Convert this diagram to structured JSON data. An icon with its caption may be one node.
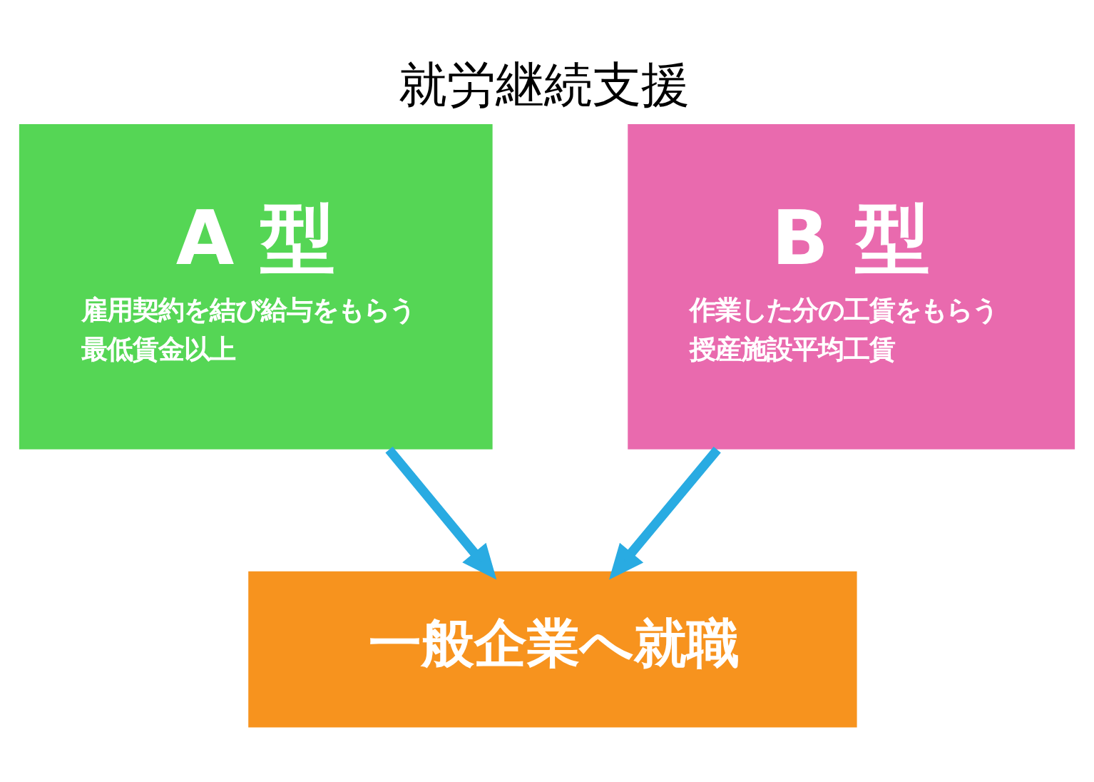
{
  "diagram": {
    "title": "就労継続支援",
    "nodes": [
      {
        "text": [
          "A 型",
          "雇用契約を結び給与をもらう",
          "最低賃金以上"
        ]
      },
      {
        "text": [
          "B 型",
          "作業した分の工賃をもらう",
          "授産施設平均工賃"
        ]
      },
      {
        "text": [
          "一般企業へ就職"
        ]
      }
    ],
    "edges": [
      {
        "from": 0,
        "to": 2,
        "arrow": "to",
        "color": "#29abe2"
      },
      {
        "from": 1,
        "to": 2,
        "arrow": "to",
        "color": "#29abe2"
      }
    ]
  }
}
